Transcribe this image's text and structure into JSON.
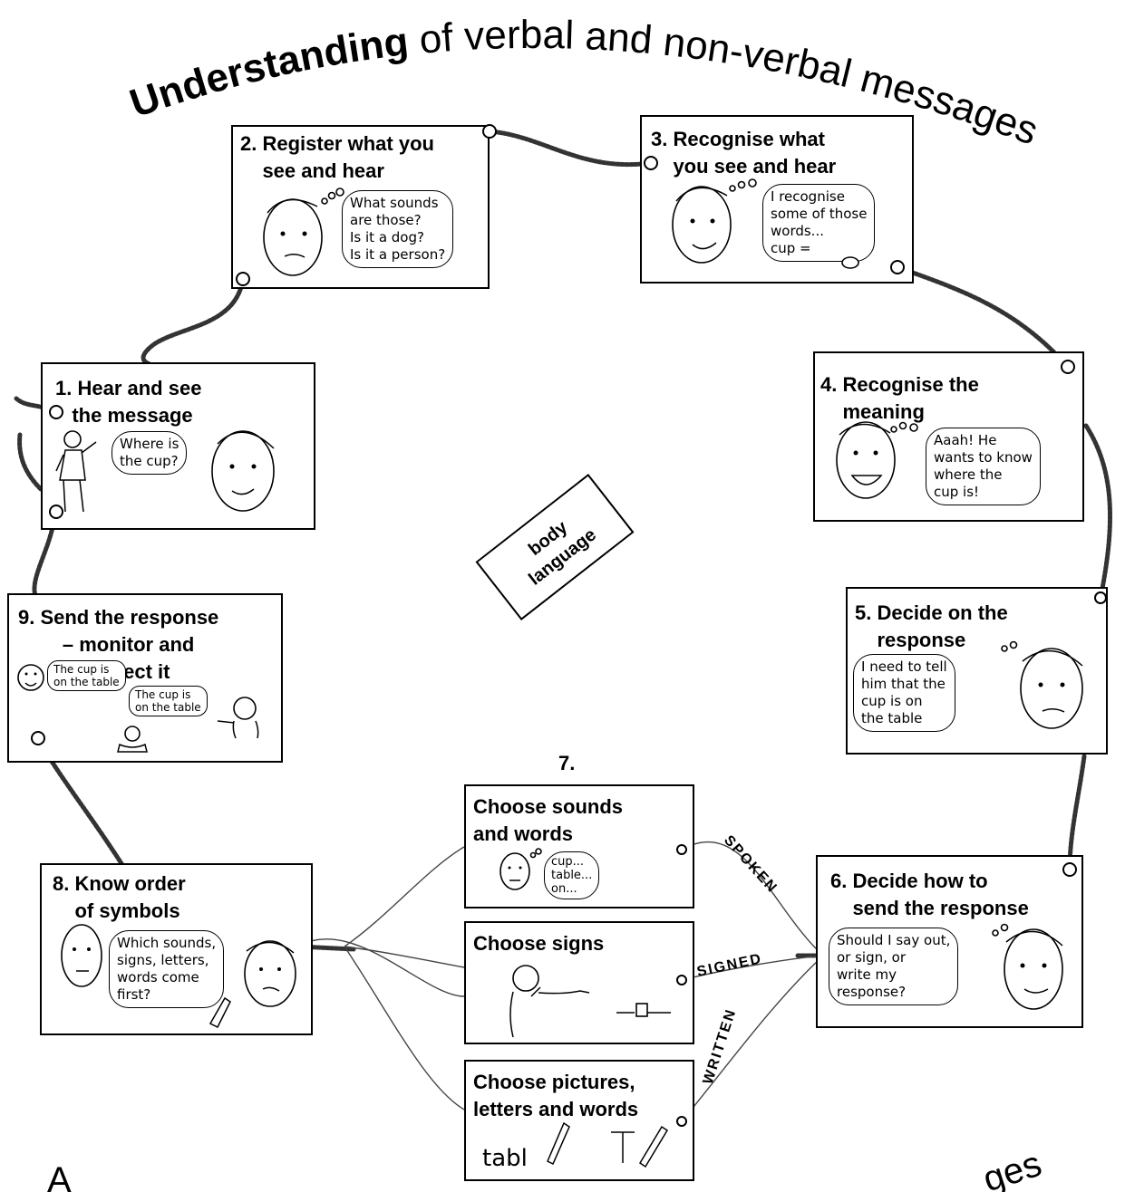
{
  "title": {
    "bold_word": "Understanding",
    "rest": " of verbal and non-verbal messages"
  },
  "center_label": {
    "line1": "body",
    "line2": "language"
  },
  "cards": {
    "c1": {
      "title": "1. Hear and see\n   the message",
      "bubble": "Where is\nthe cup?"
    },
    "c2": {
      "title": "2. Register what you\n    see and hear",
      "bubble": "What sounds\nare those?\nIs it a dog?\nIs it a person?"
    },
    "c3": {
      "title": "3. Recognise what\n    you see and hear",
      "bubble": "I recognise\nsome of those\nwords...\ncup ="
    },
    "c4": {
      "title": "4. Recognise the\n    meaning",
      "bubble": "Aaah! He\nwants to know\nwhere the\ncup is!"
    },
    "c5": {
      "title": "5. Decide on the\n    response",
      "bubble": "I need to tell\nhim that the\ncup is on\nthe table"
    },
    "c6": {
      "title": "6. Decide how to\n    send the response",
      "bubble": "Should I say out,\nor sign, or\nwrite my\nresponse?"
    },
    "c7_number": "7.",
    "c7a": {
      "title": "Choose sounds\nand words",
      "bubble": "cup...\ntable...\non..."
    },
    "c7b": {
      "title": "Choose signs"
    },
    "c7c": {
      "title": "Choose pictures,\nletters and words",
      "scribble": "tabl"
    },
    "c8": {
      "title": "8. Know order\n    of symbols",
      "bubble": "Which sounds,\nsigns, letters,\nwords come\nfirst?"
    },
    "c9": {
      "title": "9. Send the response\n        – monitor and\n            correct it",
      "bubble1": "The cup is\non the table",
      "bubble2": "The cup is\non the table"
    }
  },
  "channels": {
    "spoken": "SPOKEN",
    "signed": "SIGNED",
    "written": "WRITTEN"
  },
  "bottom_left_fragment": "A",
  "bottom_right_fragment": "ges"
}
